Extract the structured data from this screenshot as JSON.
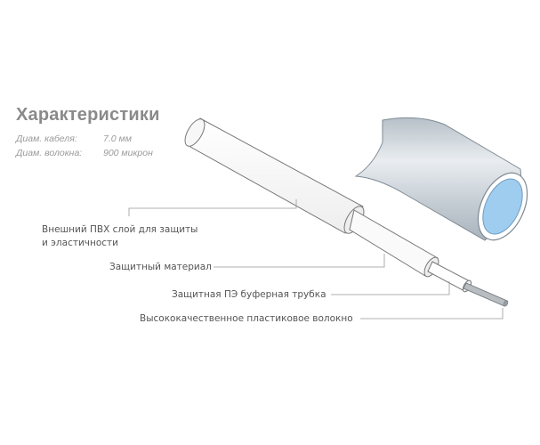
{
  "title": "Характеристики",
  "specs": [
    {
      "label": "Диам. кабеля:",
      "value": "7.0 мм"
    },
    {
      "label": "Диам. волокна:",
      "value": "900 микрон"
    }
  ],
  "callouts": [
    {
      "line1": "Внешний ПВХ слой для защиты",
      "line2": "и эластичности"
    },
    {
      "line1": "Защитный материал"
    },
    {
      "line1": "Защитная ПЭ буферная трубка"
    },
    {
      "line1": "Высококачественное пластиковое волокно"
    }
  ],
  "colors": {
    "title": "#8a8a8a",
    "text": "#555555",
    "leader": "#999999",
    "shield_fill": "#d6dde3",
    "shield_inner": "#9ecdf0"
  }
}
